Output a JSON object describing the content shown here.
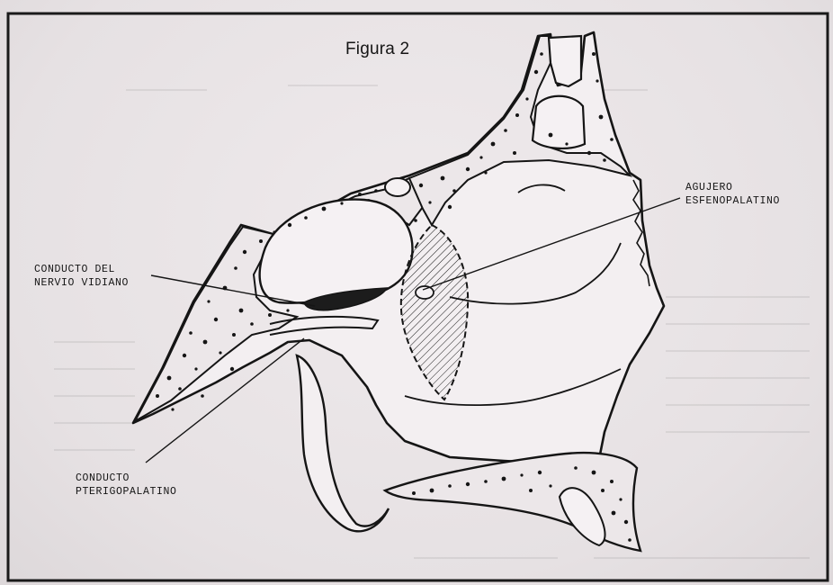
{
  "figure": {
    "title": "Figura 2"
  },
  "labels": {
    "agujero": {
      "line1": "AGUJERO",
      "line2": "ESFENOPALATINO"
    },
    "vidiano": {
      "line1": "CONDUCTO DEL",
      "line2": "NERVIO VIDIANO"
    },
    "pterigo": {
      "line1": "CONDUCTO",
      "line2": "PTERIGOPALATINO"
    }
  },
  "colors": {
    "ink": "#151515",
    "paper": "#ede8ea",
    "bone_fill": "#f2eef0",
    "border": "#1a1a1a"
  }
}
